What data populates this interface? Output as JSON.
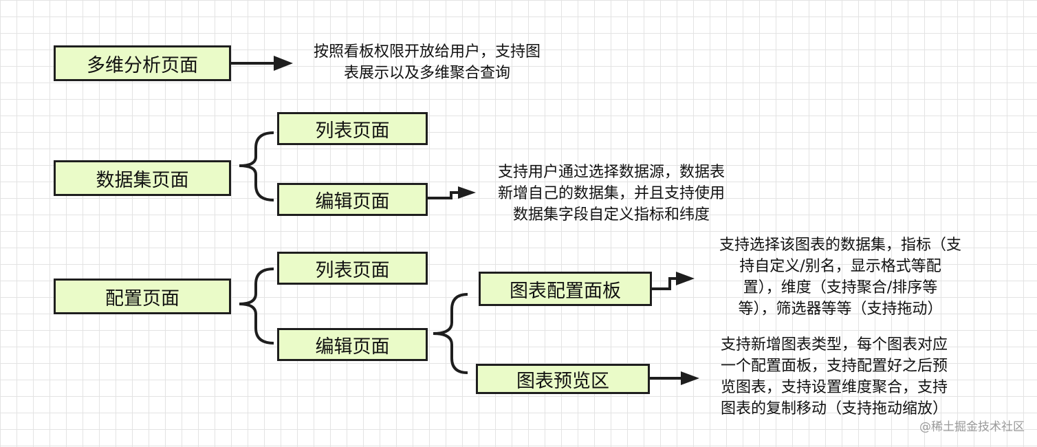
{
  "nodes": {
    "multi_dim": "多维分析页面",
    "dataset": "数据集页面",
    "dataset_list": "列表页面",
    "dataset_edit": "编辑页面",
    "config": "配置页面",
    "config_list": "列表页面",
    "config_edit": "编辑页面",
    "chart_panel": "图表配置面板",
    "chart_preview": "图表预览区"
  },
  "notes": {
    "multi_dim": [
      "按照看板权限开放给用户，支持图",
      "表展示以及多维聚合查询"
    ],
    "dataset_edit": [
      "支持用户通过选择数据源，数据表",
      "新增自己的数据集，并且支持使用",
      "数据集字段自定义指标和纬度"
    ],
    "chart_panel": [
      "支持选择该图表的数据集，指标（支",
      "持自定义/别名，显示格式等配",
      "置），维度（支持聚合/排序等",
      "等），筛选器等等（支持拖动）"
    ],
    "chart_preview": [
      "支持新增图表类型，每个图表对应",
      "一个配置面板，支持配置好之后预",
      "览图表，支持设置维度聚合，支持",
      "图表的复制移动（支持拖动缩放）"
    ]
  },
  "watermark": "@稀土掘金技术社区",
  "colors": {
    "node_fill": "#eafbc8",
    "stroke": "#1e1e1e"
  }
}
